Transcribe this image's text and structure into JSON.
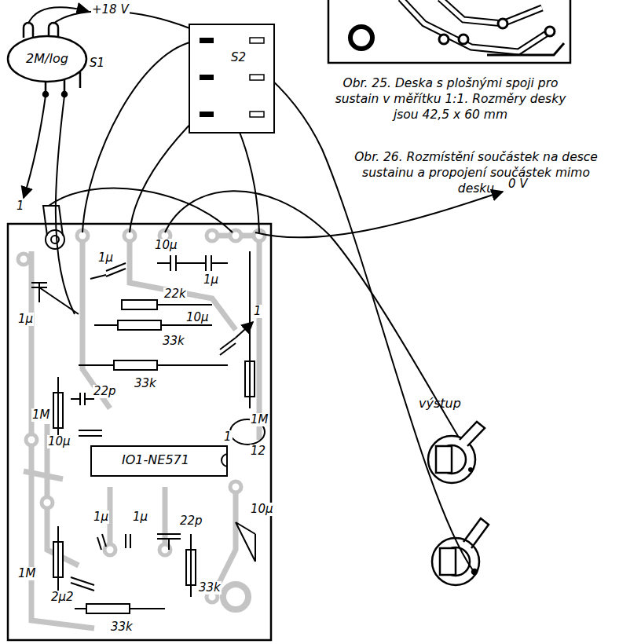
{
  "diagram": {
    "nodes": [
      {
        "text": [
          "2M/log",
          "S1"
        ]
      },
      {
        "text": [
          "S2"
        ]
      },
      {
        "text": [
          "IO1-NE571"
        ]
      },
      {
        "text": [
          "výstup"
        ]
      }
    ],
    "labels": [
      "+18 V",
      "1",
      "0 V",
      "Obr. 25. Deska s plošnými spoji pro sustain v měřítku 1:1. Rozměry desky jsou 42,5 x 60 mm",
      "Obr. 26. Rozmístění součástek na desce sustainu a propojení součástek mimo desku",
      "1µ",
      "10µ",
      "1µ",
      "1",
      "22k",
      "1µ",
      "10µ",
      "33k",
      "22p",
      "33k",
      "1M",
      "10µ",
      "1M",
      "1",
      "12",
      "1M",
      "1µ",
      "1µ",
      "22p",
      "10µ",
      "2µ2",
      "33k",
      "33k"
    ]
  }
}
